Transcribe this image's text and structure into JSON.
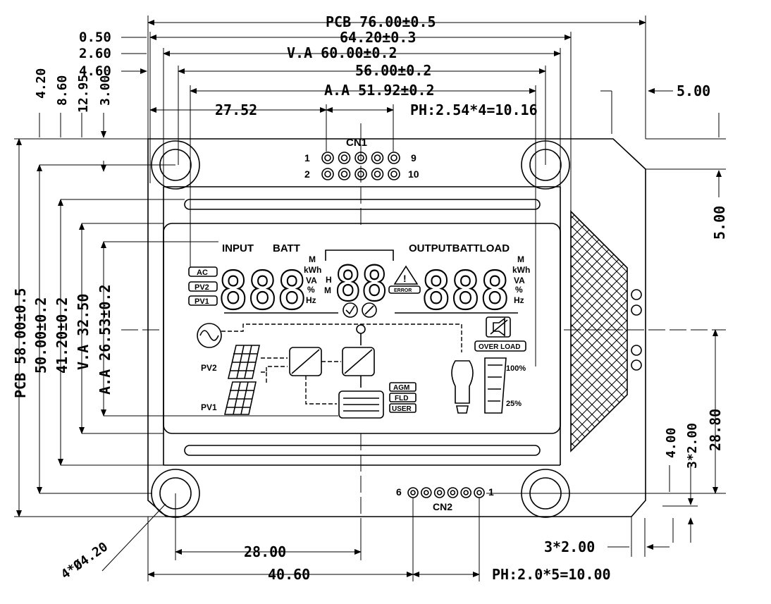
{
  "dimensions": {
    "pcb_width": "PCB 76.00±0.5",
    "va_outer": "64.20±0.3",
    "va_width": "V.A 60.00±0.2",
    "inner_56": "56.00±0.2",
    "aa_width": "A.A 51.92±0.2",
    "left_0_50": "0.50",
    "left_2_60": "2.60",
    "left_4_60": "4.60",
    "cn1_offset": "27.52",
    "cn1_pitch": "PH:2.54*4=10.16",
    "right_5_00_top": "5.00",
    "right_5_00_side": "5.00",
    "left_4_20": "4.20",
    "left_8_60": "8.60",
    "left_12_95": "12.95",
    "left_3_00": "3.00",
    "pcb_height": "PCB 58.00±0.5",
    "h_50": "50.00±0.2",
    "h_41_20": "41.20±0.2",
    "va_height": "V.A 32.50",
    "aa_height": "A.A 26.53±0.2",
    "right_4_00": "4.00",
    "right_3x2": "3*2.00",
    "right_28_80": "28.80",
    "bottom_3x2": "3*2.00",
    "bottom_28_00": "28.00",
    "bottom_40_60": "40.60",
    "cn2_pitch": "PH:2.0*5=10.00",
    "hole_note": "4*Ø4.20"
  },
  "connectors": {
    "cn1_label": "CN1",
    "cn1_pin1": "1",
    "cn1_pin2": "2",
    "cn1_pin9": "9",
    "cn1_pin10": "10",
    "cn2_label": "CN2",
    "cn2_pin6": "6",
    "cn2_pin1": "1"
  },
  "lcd": {
    "input": "INPUT",
    "batt": "BATT",
    "output_batt_load": "OUTPUTBATTLOAD",
    "ac": "AC",
    "pv2": "PV2",
    "pv1": "PV1",
    "unit_m_left": "M",
    "unit_kwh_left": "kWh",
    "unit_va_left": "VA",
    "unit_pct_left": "%",
    "unit_hz_left": "Hz",
    "unit_m_right": "M",
    "unit_kwh_right": "kWh",
    "unit_va_right": "VA",
    "unit_pct_right": "%",
    "unit_hz_right": "Hz",
    "center_h": "H",
    "center_m": "M",
    "warning_text": "ERROR",
    "digits_left": "888",
    "digits_center": "88",
    "digits_right": "888",
    "overload": "OVER LOAD",
    "pv2_icon": "PV2",
    "pv1_icon": "PV1",
    "agm": "AGM",
    "fld": "FLD",
    "user": "USER",
    "load_100": "100%",
    "load_25": "25%"
  },
  "icons": [
    "sine-wave-icon",
    "solar-panel-icon",
    "inverter-icon",
    "battery-icon",
    "bulb-icon",
    "warning-icon",
    "mute-icon",
    "check-icon",
    "load-bar-icon"
  ]
}
